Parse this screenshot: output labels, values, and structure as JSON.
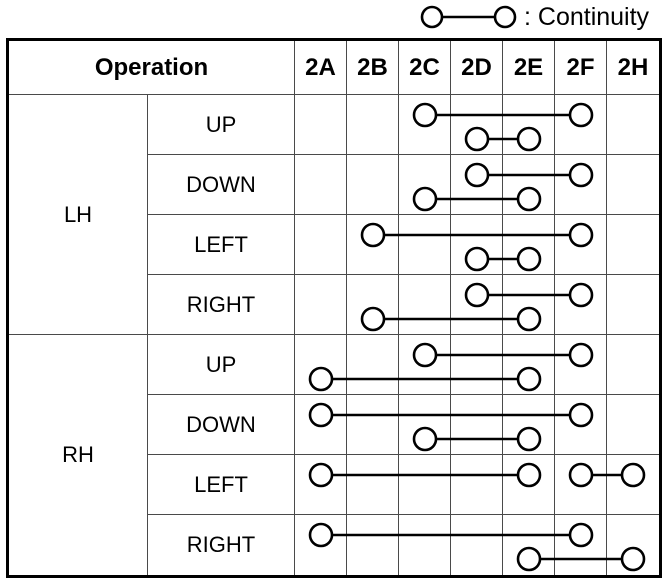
{
  "legend": {
    "label": ": Continuity"
  },
  "table": {
    "operation_header": "Operation",
    "columns": [
      "2A",
      "2B",
      "2C",
      "2D",
      "2E",
      "2F",
      "2H"
    ],
    "groups": [
      {
        "label": "LH",
        "operations": [
          "UP",
          "DOWN",
          "LEFT",
          "RIGHT"
        ]
      },
      {
        "label": "RH",
        "operations": [
          "UP",
          "DOWN",
          "LEFT",
          "RIGHT"
        ]
      }
    ]
  },
  "continuity": [
    {
      "group": "LH",
      "operation": "UP",
      "links": [
        {
          "from": "2C",
          "to": "2F",
          "level": 1
        },
        {
          "from": "2D",
          "to": "2E",
          "level": 2
        }
      ]
    },
    {
      "group": "LH",
      "operation": "DOWN",
      "links": [
        {
          "from": "2D",
          "to": "2F",
          "level": 1
        },
        {
          "from": "2C",
          "to": "2E",
          "level": 2
        }
      ]
    },
    {
      "group": "LH",
      "operation": "LEFT",
      "links": [
        {
          "from": "2B",
          "to": "2F",
          "level": 1
        },
        {
          "from": "2D",
          "to": "2E",
          "level": 2
        }
      ]
    },
    {
      "group": "LH",
      "operation": "RIGHT",
      "links": [
        {
          "from": "2D",
          "to": "2F",
          "level": 1
        },
        {
          "from": "2B",
          "to": "2E",
          "level": 2
        }
      ]
    },
    {
      "group": "RH",
      "operation": "UP",
      "links": [
        {
          "from": "2C",
          "to": "2F",
          "level": 1
        },
        {
          "from": "2A",
          "to": "2E",
          "level": 2
        }
      ]
    },
    {
      "group": "RH",
      "operation": "DOWN",
      "links": [
        {
          "from": "2A",
          "to": "2F",
          "level": 1
        },
        {
          "from": "2C",
          "to": "2E",
          "level": 2
        }
      ]
    },
    {
      "group": "RH",
      "operation": "LEFT",
      "links": [
        {
          "from": "2A",
          "to": "2E",
          "level": 1
        },
        {
          "from": "2F",
          "to": "2H",
          "level": 1
        }
      ]
    },
    {
      "group": "RH",
      "operation": "RIGHT",
      "links": [
        {
          "from": "2A",
          "to": "2F",
          "level": 1
        },
        {
          "from": "2E",
          "to": "2H",
          "level": 2
        }
      ]
    }
  ],
  "colors": {
    "line": "#000000",
    "grid": "#4a4a4a",
    "background": "#ffffff"
  }
}
